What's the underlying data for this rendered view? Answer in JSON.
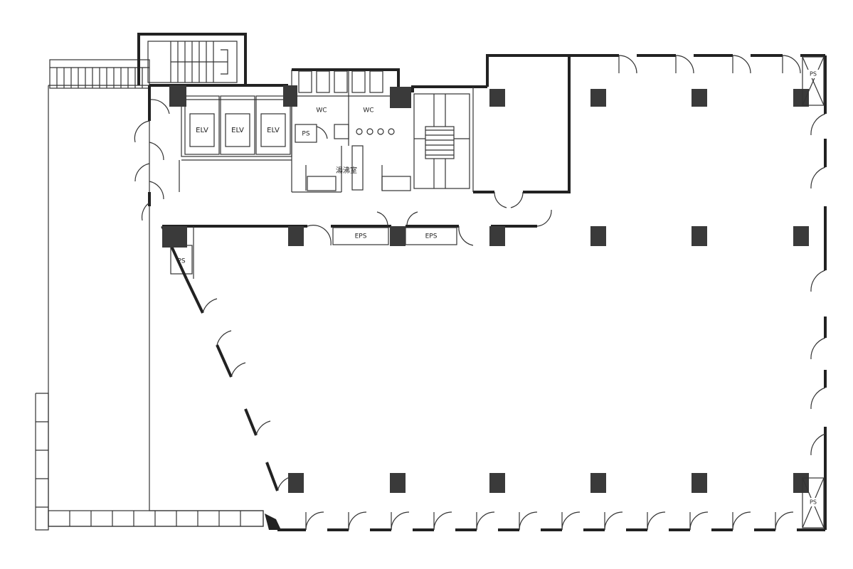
{
  "labels": {
    "elevator_1": "ELV",
    "elevator_2": "ELV",
    "elevator_3": "ELV",
    "wc_1": "WC",
    "wc_2": "WC",
    "ps_core": "PS",
    "ps_corridor": "PS",
    "eps_1": "EPS",
    "eps_2": "EPS",
    "cleaning_room": "湯沸室",
    "ps_east_top": "PS",
    "ps_east_bottom": "PS"
  },
  "colors": {
    "wall": "#222222",
    "column": "#3a3a3a",
    "background": "#ffffff"
  }
}
